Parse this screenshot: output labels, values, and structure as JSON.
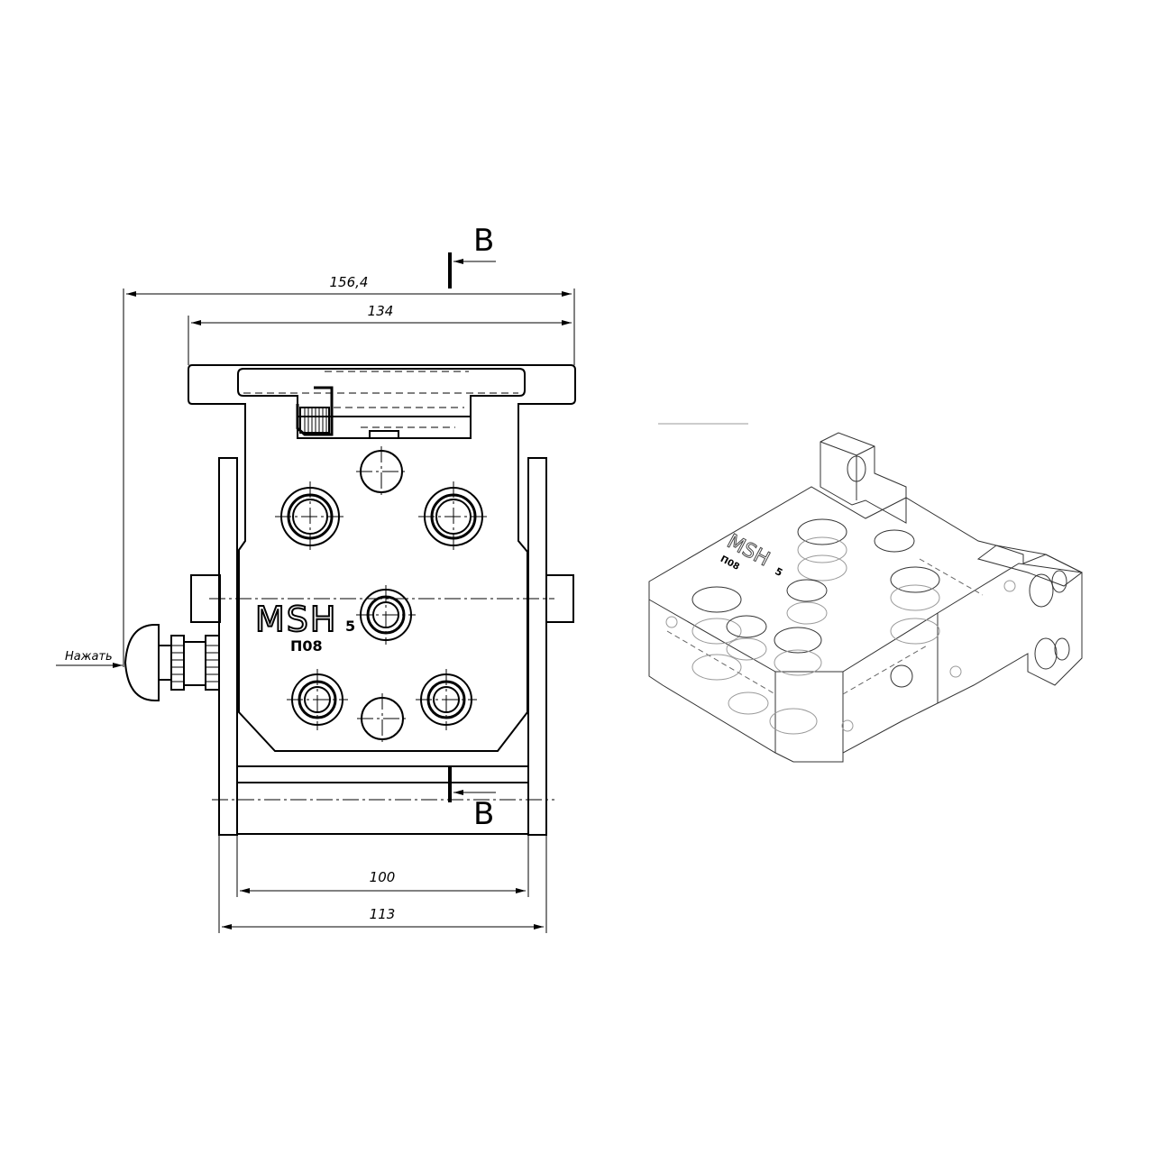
{
  "dimensions": {
    "overall_width": "156,4",
    "plate_width": "134",
    "inner_width": "100",
    "outer_width": "113"
  },
  "section": {
    "top_label": "B",
    "bottom_label": "B"
  },
  "push_label": "Нажать",
  "logo": {
    "text": "MSH",
    "index": "5",
    "model": "П08"
  },
  "iso_logo": {
    "text": "MSH",
    "index": "5",
    "model": "П08"
  }
}
